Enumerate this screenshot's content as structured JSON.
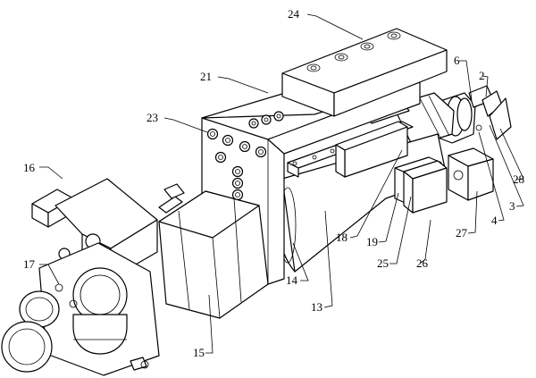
{
  "colors": {
    "line": "#000000",
    "background": "#ffffff"
  },
  "labels": {
    "l24": "24",
    "l21": "21",
    "l23": "23",
    "l16": "16",
    "l17": "17",
    "l15": "15",
    "l13": "13",
    "l14": "14",
    "l18": "18",
    "l19": "19",
    "l25": "25",
    "l26": "26",
    "l27": "27",
    "l4": "4",
    "l3": "3",
    "l28": "28",
    "l6": "6",
    "l2": "2"
  }
}
